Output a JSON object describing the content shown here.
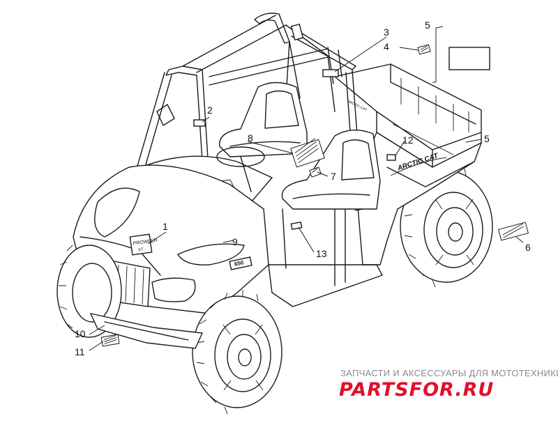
{
  "callouts": [
    {
      "id": "c1",
      "label": "1"
    },
    {
      "id": "c2",
      "label": "2"
    },
    {
      "id": "c3",
      "label": "3"
    },
    {
      "id": "c4",
      "label": "4"
    },
    {
      "id": "c5a",
      "label": "5"
    },
    {
      "id": "c5b",
      "label": "5"
    },
    {
      "id": "c6",
      "label": "6"
    },
    {
      "id": "c7",
      "label": "7"
    },
    {
      "id": "c8",
      "label": "8"
    },
    {
      "id": "c9",
      "label": "9"
    },
    {
      "id": "c10",
      "label": "10"
    },
    {
      "id": "c11",
      "label": "11"
    },
    {
      "id": "c12",
      "label": "12"
    },
    {
      "id": "c13",
      "label": "13"
    }
  ],
  "decals": {
    "hood_badge": "PROWLER",
    "hood_badge_small": "XT",
    "side_brand": "ARCTIC CAT",
    "fender_badge": "650",
    "seat_tag": "ARCTIC CAT"
  },
  "watermark": {
    "tagline": "ЗАПЧАСТИ И АКСЕССУАРЫ ДЛЯ МОТОТЕХНИКИ",
    "brand": "PARTSFOR.RU",
    "brand_color": "#e0102a"
  }
}
